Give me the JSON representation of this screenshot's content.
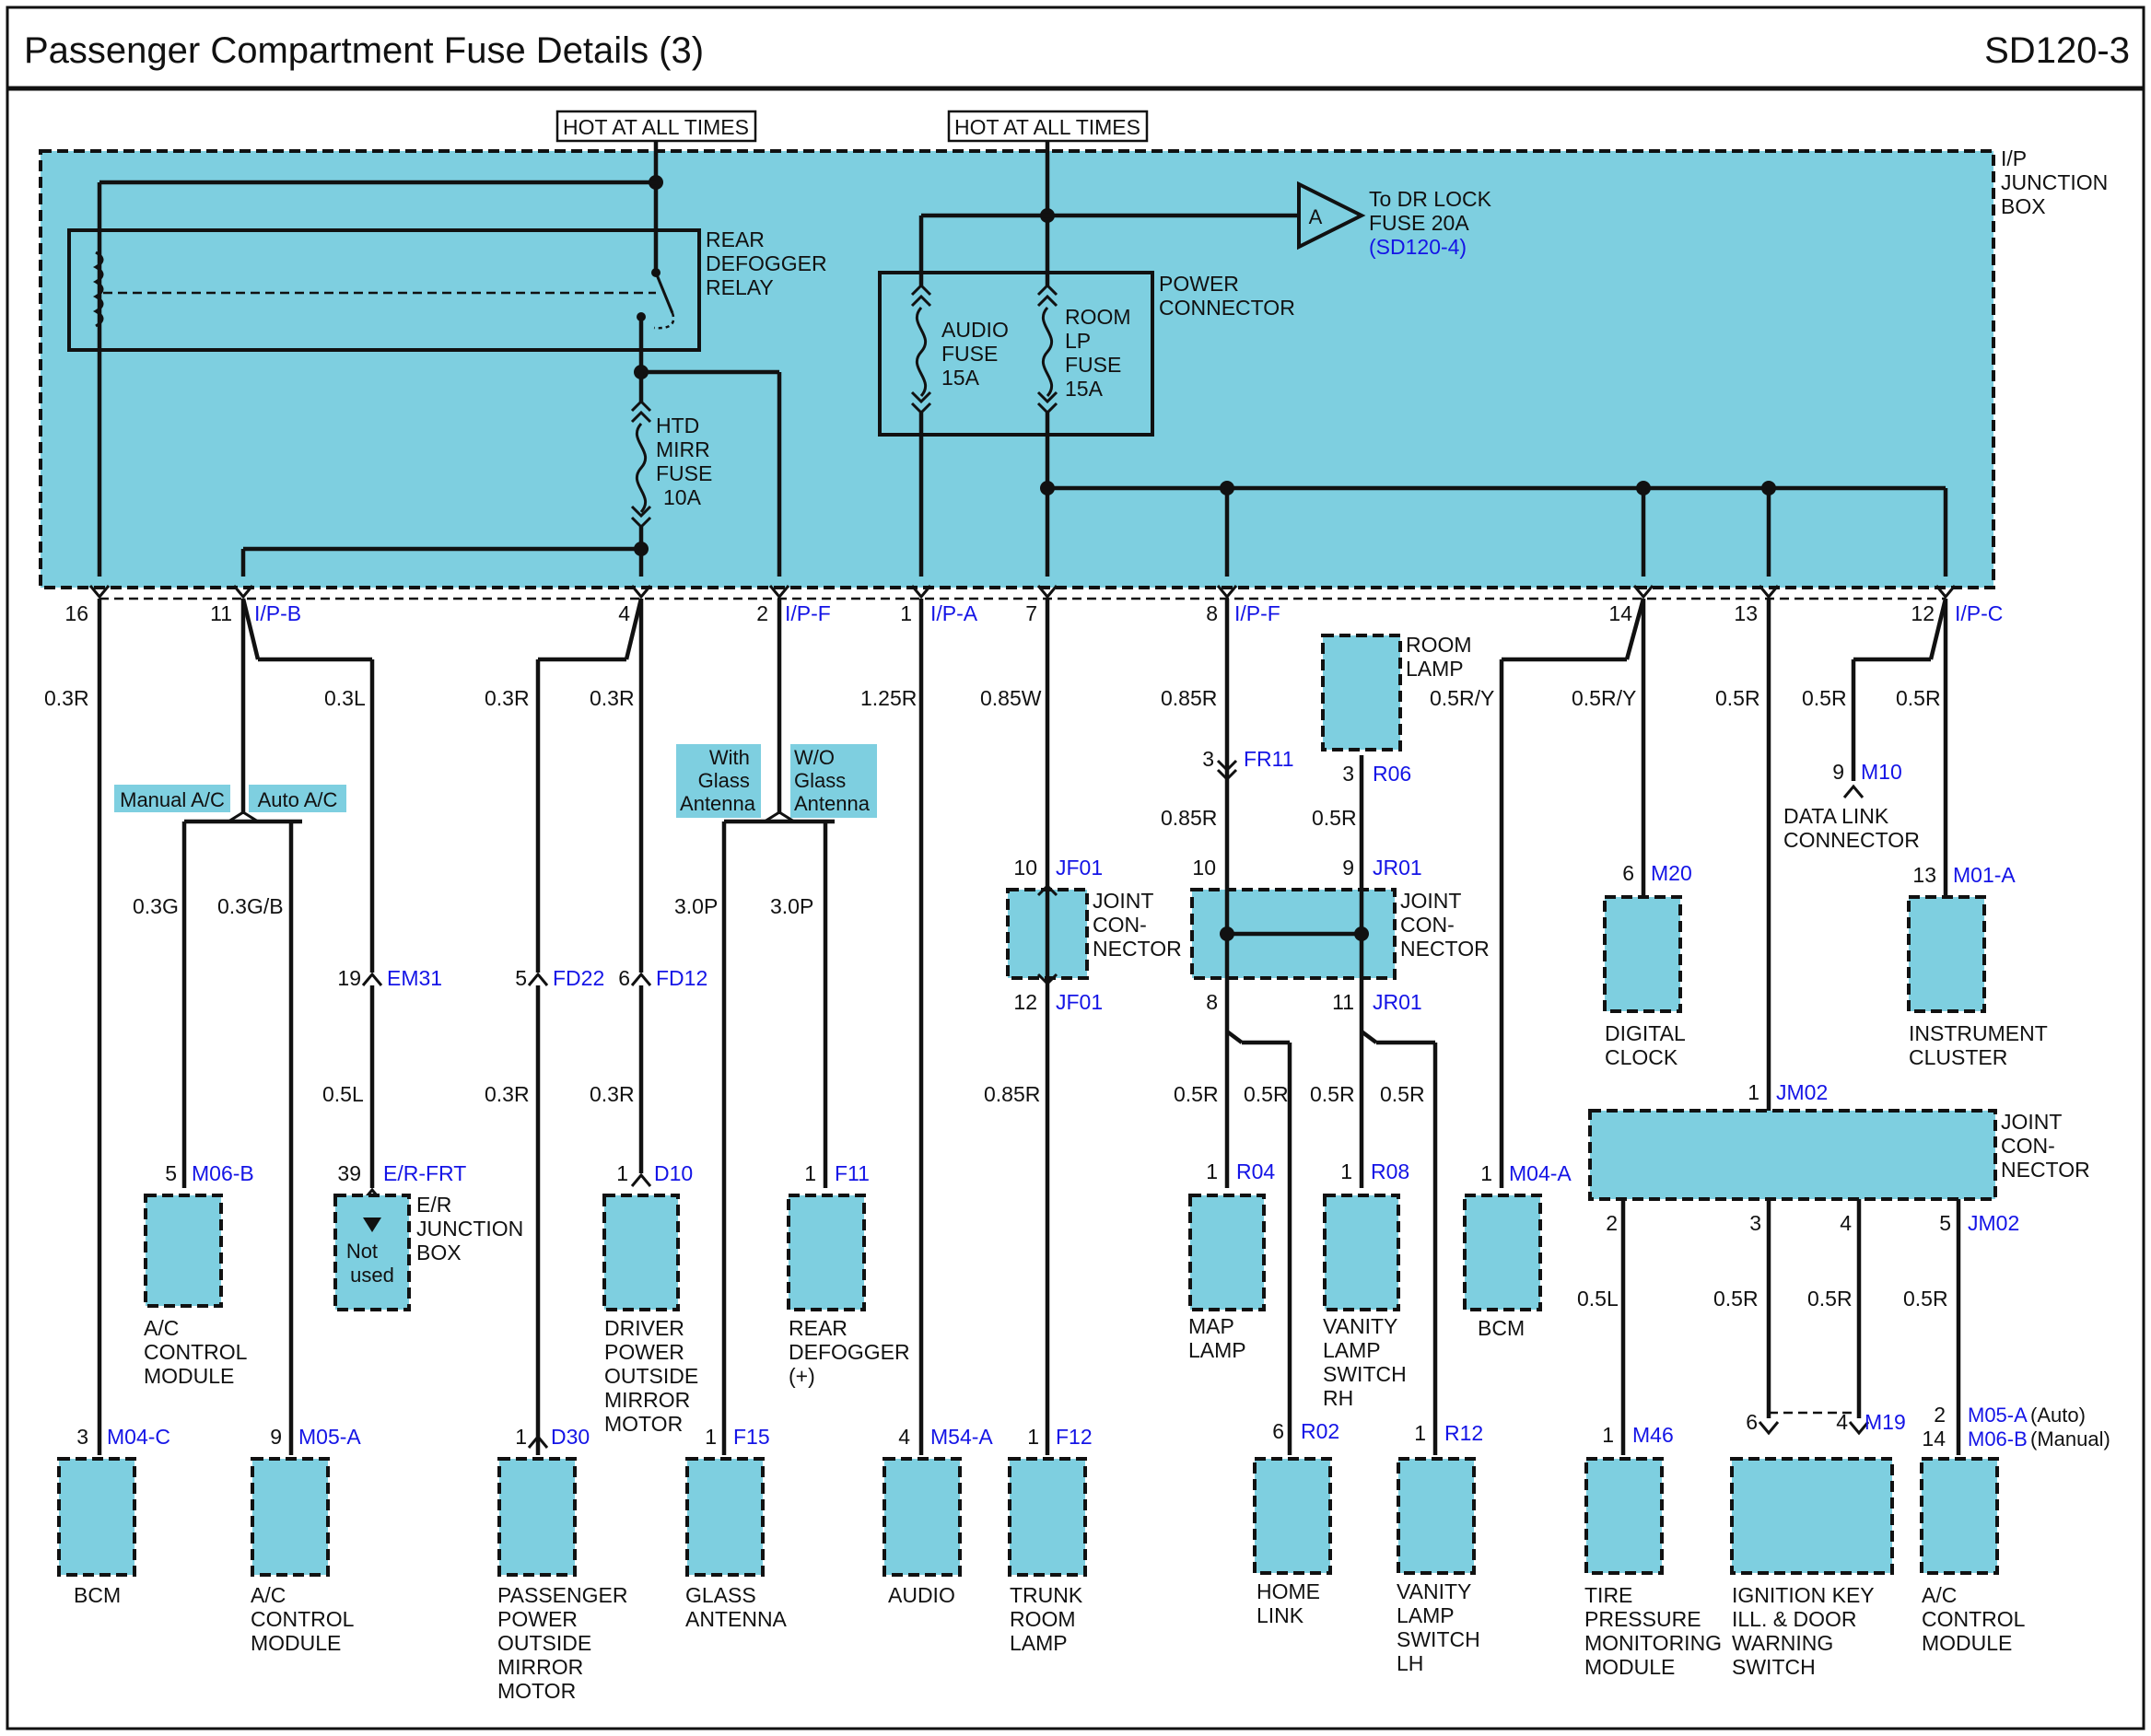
{
  "header": {
    "title": "Passenger Compartment Fuse Details (3)",
    "code": "SD120-3"
  },
  "hot_at_all_times": "HOT AT ALL TIMES",
  "ip_junction_box": [
    "I/P",
    "JUNCTION",
    "BOX"
  ],
  "relay": [
    "REAR",
    "DEFOGGER",
    "RELAY"
  ],
  "power_connector": [
    "POWER",
    "CONNECTOR"
  ],
  "fuses": {
    "htd": [
      "HTD",
      "MIRR",
      "FUSE",
      "10A"
    ],
    "audio": [
      "AUDIO",
      "FUSE",
      "15A"
    ],
    "room": [
      "ROOM",
      "LP",
      "FUSE",
      "15A"
    ]
  },
  "to_dr_lock": {
    "letter": "A",
    "lines": [
      "To DR LOCK",
      "FUSE 20A"
    ],
    "ref": "(SD120-4)"
  },
  "pins": [
    "16",
    "11",
    "4",
    "2",
    "1",
    "7",
    "8",
    "14",
    "13",
    "12",
    "3",
    "9",
    "5",
    "6",
    "19",
    "39",
    "10",
    "12",
    "11",
    "2",
    "1",
    "6",
    "14",
    "4",
    "13"
  ],
  "connectors": [
    "I/P-B",
    "I/P-F",
    "I/P-A",
    "I/P-F",
    "I/P-C",
    "FR11",
    "R06",
    "M10",
    "EM31",
    "FD22",
    "FD12",
    "JF01",
    "JF01",
    "JR01",
    "JR01",
    "M20",
    "M01-A",
    "JM02",
    "JM02",
    "M06-B",
    "E/R-FRT",
    "D10",
    "F11",
    "R04",
    "R08",
    "M04-A",
    "M04-C",
    "M05-A",
    "D30",
    "F15",
    "M54-A",
    "F12",
    "R02",
    "R12",
    "M46",
    "M19",
    "M05-A",
    "M06-B"
  ],
  "wires": [
    "0.3R",
    "0.3L",
    "1.25R",
    "0.85W",
    "0.85R",
    "0.5R/Y",
    "0.5R",
    "0.3G",
    "0.3G/B",
    "3.0P",
    "0.5L"
  ],
  "options": {
    "manual_ac": "Manual A/C",
    "auto_ac": "Auto A/C",
    "with_glass": [
      "With",
      "Glass",
      "Antenna"
    ],
    "wo_glass": [
      "W/O",
      "Glass",
      "Antenna"
    ]
  },
  "room_lamp": [
    "ROOM",
    "LAMP"
  ],
  "joint_connector": [
    "JOINT",
    "CON-",
    "NECTOR"
  ],
  "data_link": [
    "DATA LINK",
    "CONNECTOR"
  ],
  "digital_clock": [
    "DIGITAL",
    "CLOCK"
  ],
  "instrument_cluster": [
    "INSTRUMENT",
    "CLUSTER"
  ],
  "ac_control_module": [
    "A/C",
    "CONTROL",
    "MODULE"
  ],
  "er_junction_box": [
    "E/R",
    "JUNCTION",
    "BOX"
  ],
  "not_used": [
    "Not",
    "used"
  ],
  "driver_mirror": [
    "DRIVER",
    "POWER",
    "OUTSIDE",
    "MIRROR",
    "MOTOR"
  ],
  "rear_defogger": [
    "REAR",
    "DEFOGGER",
    "(+)"
  ],
  "map_lamp": [
    "MAP",
    "LAMP"
  ],
  "vanity_rh": [
    "VANITY",
    "LAMP",
    "SWITCH",
    "RH"
  ],
  "bcm": "BCM",
  "passenger_mirror": [
    "PASSENGER",
    "POWER",
    "OUTSIDE",
    "MIRROR",
    "MOTOR"
  ],
  "glass_antenna": [
    "GLASS",
    "ANTENNA"
  ],
  "audio": "AUDIO",
  "trunk_lamp": [
    "TRUNK",
    "ROOM",
    "LAMP"
  ],
  "home_link": [
    "HOME",
    "LINK"
  ],
  "vanity_lh": [
    "VANITY",
    "LAMP",
    "SWITCH",
    "LH"
  ],
  "tpms": [
    "TIRE",
    "PRESSURE",
    "MONITORING",
    "MODULE"
  ],
  "ignition_key": [
    "IGNITION KEY",
    "ILL. & DOOR",
    "WARNING",
    "SWITCH"
  ],
  "auto_suffix": "(Auto)",
  "manual_suffix": "(Manual)"
}
